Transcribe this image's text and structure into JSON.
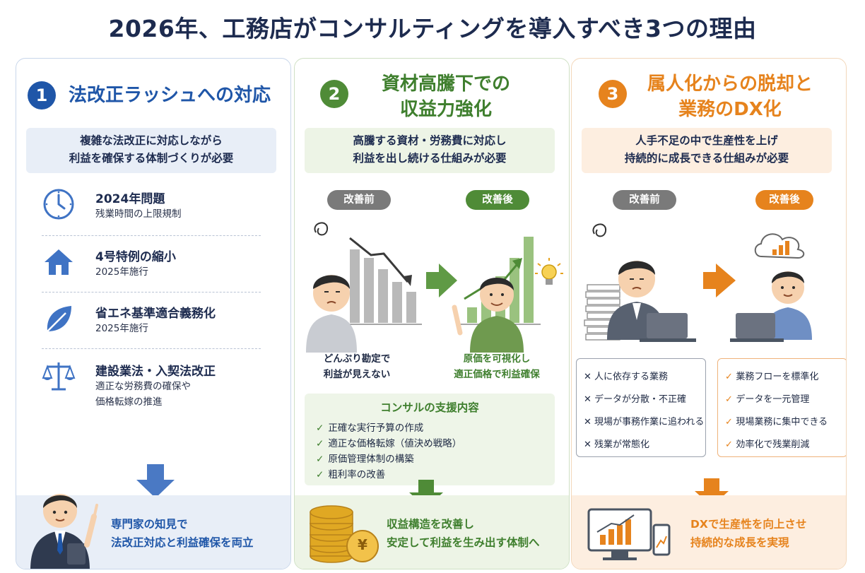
{
  "title": "2026年、工務店がコンサルティングを導入すべき3つの理由",
  "colors": {
    "blue": "#1f56a8",
    "green": "#4f8b37",
    "orange": "#e6831d",
    "navy": "#1d2b4f"
  },
  "panel1": {
    "number": "1",
    "title": "法改正ラッシュへの対応",
    "summary": [
      "複雑な法改正に対応しながら",
      "利益を確保する体制づくりが必要"
    ],
    "items": [
      {
        "icon": "clock-icon",
        "title": "2024年問題",
        "desc": [
          "残業時間の上限規制"
        ]
      },
      {
        "icon": "house-icon",
        "title": "4号特例の縮小",
        "desc": [
          "2025年施行"
        ]
      },
      {
        "icon": "leaf-icon",
        "title": "省エネ基準適合義務化",
        "desc": [
          "2025年施行"
        ]
      },
      {
        "icon": "scales-icon",
        "title": "建設業法・入契法改正",
        "desc": [
          "適正な労務費の確保や",
          "価格転嫁の推進"
        ]
      }
    ],
    "bottom": [
      "専門家の知見で",
      "法改正対応と利益確保を両立"
    ]
  },
  "panel2": {
    "number": "2",
    "title": [
      "資材高騰下での",
      "収益力強化"
    ],
    "summary": [
      "高騰する資材・労務費に対応し",
      "利益を出し続ける仕組みが必要"
    ],
    "before_label": "改善前",
    "after_label": "改善後",
    "before_caption": [
      "どんぶり勘定で",
      "利益が見えない"
    ],
    "after_caption": [
      "原価を可視化し",
      "適正価格で利益確保"
    ],
    "support_title": "コンサルの支援内容",
    "support_items": [
      "正確な実行予算の作成",
      "適正な価格転嫁（値決め戦略）",
      "原価管理体制の構築",
      "粗利率の改善"
    ],
    "bottom": [
      "収益構造を改善し",
      "安定して利益を生み出す体制へ"
    ],
    "coin_symbol": "¥"
  },
  "panel3": {
    "number": "3",
    "title": [
      "属人化からの脱却と",
      "業務のDX化"
    ],
    "summary": [
      "人手不足の中で生産性を上げ",
      "持続的に成長できる仕組みが必要"
    ],
    "before_label": "改善前",
    "after_label": "改善後",
    "before_items": [
      "人に依存する業務",
      "データが分散・不正確",
      "現場が事務作業に追われる",
      "残業が常態化"
    ],
    "after_items": [
      "業務フローを標準化",
      "データを一元管理",
      "現場業務に集中できる",
      "効率化で残業削減"
    ],
    "bottom": [
      "DXで生産性を向上させ",
      "持続的な成長を実現"
    ]
  }
}
